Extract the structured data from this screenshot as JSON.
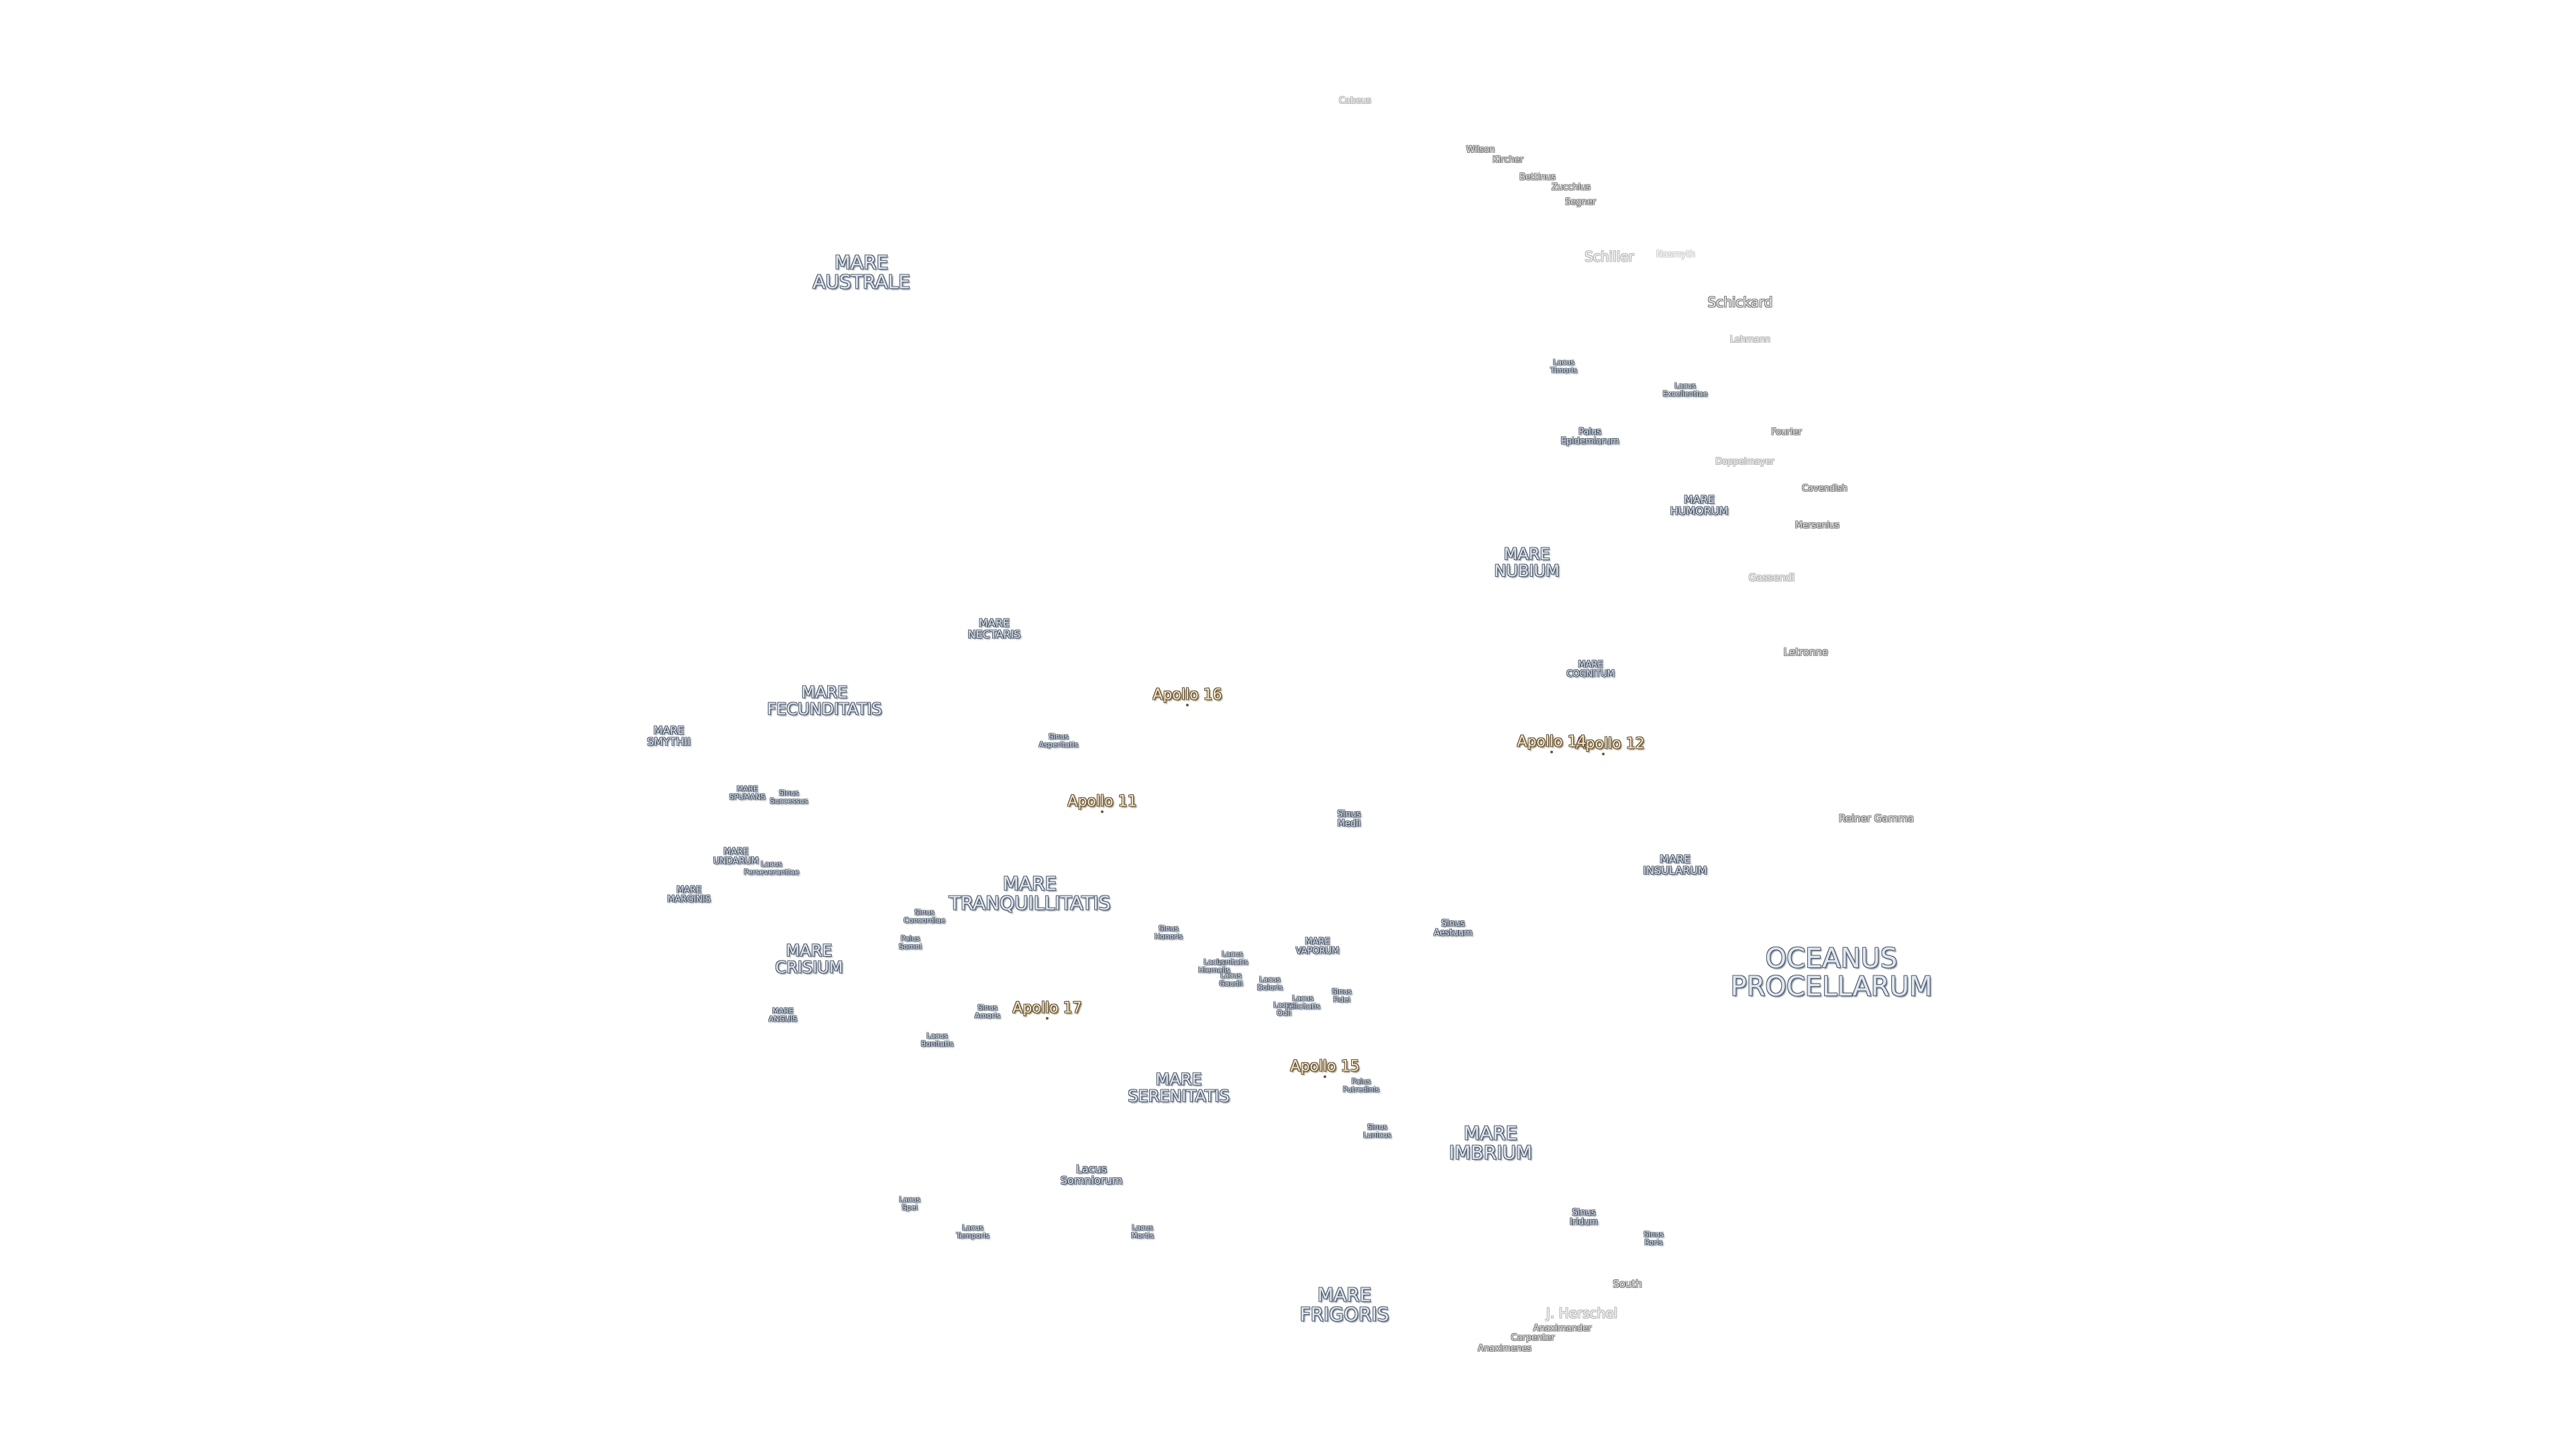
{
  "features": {
    "oceanus_procellarum": "OCEANUS\nPROCELLARUM",
    "mare_australe": "MARE\nAUSTRALE",
    "mare_tranquillitatis": "MARE\nTRANQUILLITATIS",
    "mare_serenitatis": "MARE\nSERENITATIS",
    "mare_imbrium": "MARE\nIMBRIUM",
    "mare_frigoris": "MARE\nFRIGORIS",
    "mare_fecunditatis": "MARE\nFECUNDITATIS",
    "mare_crisium": "MARE\nCRISIUM",
    "mare_nubium": "MARE\nNUBIUM",
    "mare_nectaris": "MARE\nNECTARIS",
    "mare_smythii": "MARE\nSMYTHII",
    "mare_undarum": "MARE\nUNDARUM",
    "mare_marginis": "MARE\nMARGINIS",
    "mare_spumans": "MARE\nSPUMANS",
    "mare_anguis": "MARE\nANGUIS",
    "mare_humorum": "MARE\nHUMORUM",
    "mare_cognitum": "MARE\nCOGNITUM",
    "mare_insularum": "MARE\nINSULARUM",
    "mare_vaporum": "MARE\nVAPORUM",
    "lacus_somniorum": "Lacus\nSomniorum",
    "lacus_timoris": "Lacus\nTimoris",
    "lacus_excellentiae": "Lacus\nExcellentiae",
    "lacus_bonitatis": "Lacus\nBonitatis",
    "lacus_spei": "Lacus\nSpei",
    "lacus_temporis": "Lacus\nTemporis",
    "lacus_mortis": "Lacus\nMortis",
    "lacus_perseverantiae": "Lacus\nPerseverantiae",
    "lacus_lenitatis": "Lacus\nLenitatis",
    "lacus_hiemalis": "Lacus\nHiemalis",
    "lacus_doloris": "Lacus\nDoloris",
    "lacus_gaudii": "Lacus\nGaudii",
    "lacus_odii": "Lacus\nOdii",
    "lacus_felicitatis": "Lacus\nFelicitatis",
    "palus_epidemiarum": "Palus\nEpidemiarum",
    "palus_somni": "Palus\nSomni",
    "palus_putredinis": "Palus\nPutredinis",
    "sinus_asperitatis": "Sinus\nAsperitatis",
    "sinus_medii": "Sinus\nMedii",
    "sinus_aestuum": "Sinus\nAestuum",
    "sinus_successus": "Sinus\nSuccessus",
    "sinus_concordiae": "Sinus\nConcordiae",
    "sinus_amoris": "Sinus\nAmoris",
    "sinus_honoris": "Sinus\nHonoris",
    "sinus_fidei": "Sinus\nFidei",
    "sinus_lunicus": "Sinus\nLunicus",
    "sinus_iridum": "Sinus\nIridum",
    "sinus_roris": "Sinus\nRoris"
  },
  "craters": {
    "cabeus": "Cabeus",
    "wilson": "Wilson",
    "kircher": "Kircher",
    "bettinus": "Bettinus",
    "zucchius": "Zucchius",
    "segner": "Segner",
    "schiller": "Schiller",
    "nasmyth": "Nasmyth",
    "schickard": "Schickard",
    "lehmann": "Lehmann",
    "fourier": "Fourier",
    "doppelmayer": "Doppelmayer",
    "cavendish": "Cavendish",
    "mersenius": "Mersenius",
    "gassendi": "Gassendi",
    "letronne": "Letronne",
    "reiner_gamma": "Reiner Gamma",
    "south": "South",
    "j_herschel": "J. Herschel",
    "anaximander": "Anaximander",
    "carpenter": "Carpenter",
    "anaximenes": "Anaximenes"
  },
  "apollo_sites": {
    "apollo_11": "Apollo 11",
    "apollo_12": "Apollo 12",
    "apollo_14": "Apollo 14",
    "apollo_15": "Apollo 15",
    "apollo_16": "Apollo 16",
    "apollo_17": "Apollo 17"
  }
}
